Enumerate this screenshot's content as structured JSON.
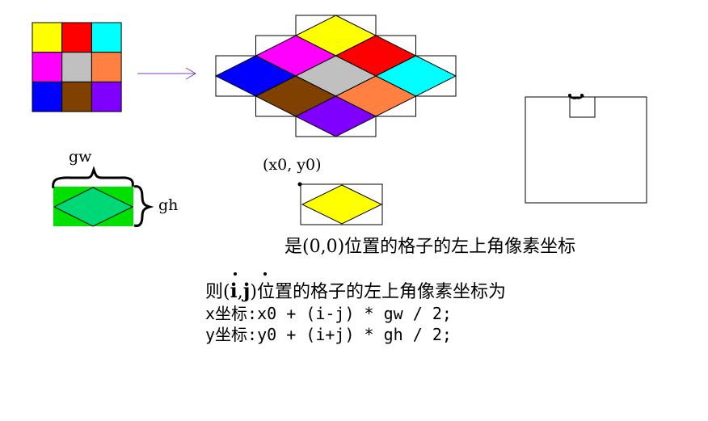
{
  "colors": {
    "yellow": "#ffff00",
    "red": "#ff0000",
    "cyan": "#00ffff",
    "magenta": "#ff00ff",
    "gray": "#c0c0c0",
    "orange": "#ff8040",
    "blue": "#0000ff",
    "brown": "#804000",
    "violet": "#8000ff",
    "arrow": "#7f3fbf",
    "green_bg": "#00e000",
    "green_diamond": "#00d878",
    "stroke": "#000000"
  },
  "source_grid": [
    [
      "yellow",
      "red",
      "cyan"
    ],
    [
      "magenta",
      "gray",
      "orange"
    ],
    [
      "blue",
      "brown",
      "violet"
    ]
  ],
  "labels": {
    "gw": "gw",
    "gh": "gh",
    "origin": "(x0, y0)",
    "origin_caption": "是(0,0)位置的格子的左上角像素坐标",
    "formula_prefix": "则(",
    "formula_i": "i",
    "formula_comma": ",",
    "formula_j": "j",
    "formula_suffix": ")位置的格子的左上角像素坐标为",
    "x_formula": "x坐标:x0 + (i-j) * gw / 2;",
    "y_formula": "y坐标:y0 + (i+j) * gh / 2;"
  }
}
